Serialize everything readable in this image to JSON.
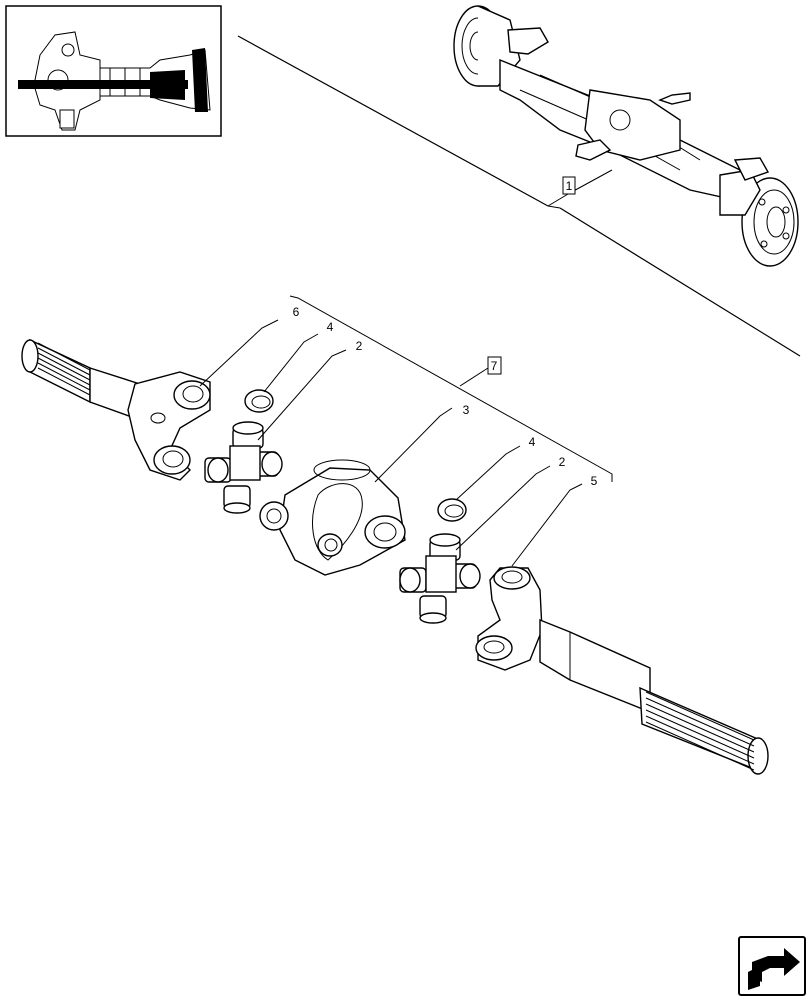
{
  "callouts": {
    "ref_1": "1",
    "ref_7": "7",
    "part_6": "6",
    "part_4a": "4",
    "part_2a": "2",
    "part_3": "3",
    "part_4b": "4",
    "part_2b": "2",
    "part_5": "5"
  },
  "icons": {
    "overview_thumbnail": "axle-section-thumbnail",
    "navigation": "return-arrow-icon"
  }
}
